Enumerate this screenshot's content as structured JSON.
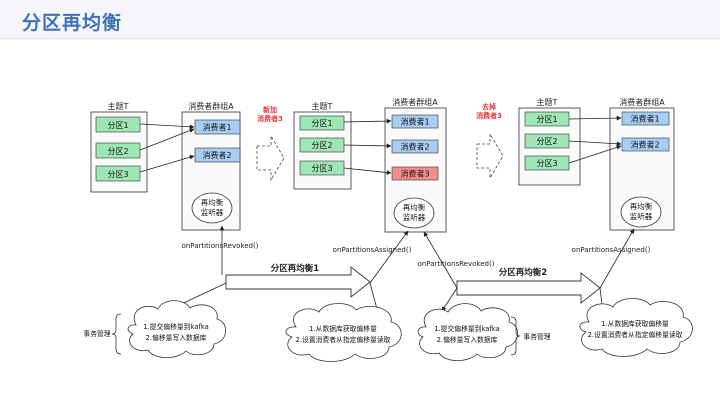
{
  "page": {
    "title": "分区再均衡"
  },
  "colors": {
    "partition_fill": "#9fe6b7",
    "consumer_fill": "#a9cdf2",
    "new_consumer_fill": "#f28d8d",
    "action_label": "#e23b3b",
    "box_stroke": "#333333",
    "arrow": "#222222",
    "title": "#3f72b4"
  },
  "stages": [
    {
      "topic_label": "主题T",
      "group_label": "消费者群组A",
      "partitions": [
        "分区1",
        "分区2",
        "分区3"
      ],
      "consumers": [
        "消费者1",
        "消费者2"
      ],
      "listener_label": [
        "再均衡",
        "监听器"
      ],
      "assignment": [
        [
          0,
          0
        ],
        [
          1,
          0
        ],
        [
          2,
          1
        ]
      ]
    },
    {
      "topic_label": "主题T",
      "group_label": "消费者群组A",
      "partitions": [
        "分区1",
        "分区2",
        "分区3"
      ],
      "consumers": [
        "消费者1",
        "消费者2",
        "消费者3"
      ],
      "new_consumer_index": 2,
      "listener_label": [
        "再均衡",
        "监听器"
      ],
      "assignment": [
        [
          0,
          0
        ],
        [
          1,
          1
        ],
        [
          2,
          2
        ]
      ]
    },
    {
      "topic_label": "主题T",
      "group_label": "消费者群组A",
      "partitions": [
        "分区1",
        "分区2",
        "分区3"
      ],
      "consumers": [
        "消费者1",
        "消费者2"
      ],
      "listener_label": [
        "再均衡",
        "监听器"
      ],
      "assignment": [
        [
          0,
          0
        ],
        [
          1,
          1
        ],
        [
          2,
          1
        ]
      ]
    }
  ],
  "transitions": [
    {
      "action": [
        "新加",
        "消费者3"
      ]
    },
    {
      "action": [
        "去掉",
        "消费者3"
      ]
    }
  ],
  "callbacks": {
    "revoked_1": "onPartitionsRevoked()",
    "assigned_1": "onPartitionsAssigned()",
    "revoked_2": "onPartitionsRevoked()",
    "assigned_2": "onPartitionsAssigned()"
  },
  "rebalance_labels": [
    "分区再均衡1",
    "分区再均衡2"
  ],
  "clouds": [
    {
      "lines": [
        "1.提交偏移量到kafka",
        "2.偏移量写入数据库"
      ],
      "bracket_label": "事务管理"
    },
    {
      "lines": [
        "1.从数据库获取偏移量",
        "2.设置消费者从指定偏移量读取"
      ]
    },
    {
      "lines": [
        "1.提交偏移量到kafka",
        "2.偏移量写入数据库"
      ],
      "bracket_label": "事务管理"
    },
    {
      "lines": [
        "1.从数据库获取偏移量",
        "2.设置消费者从指定偏移量读取"
      ]
    }
  ]
}
